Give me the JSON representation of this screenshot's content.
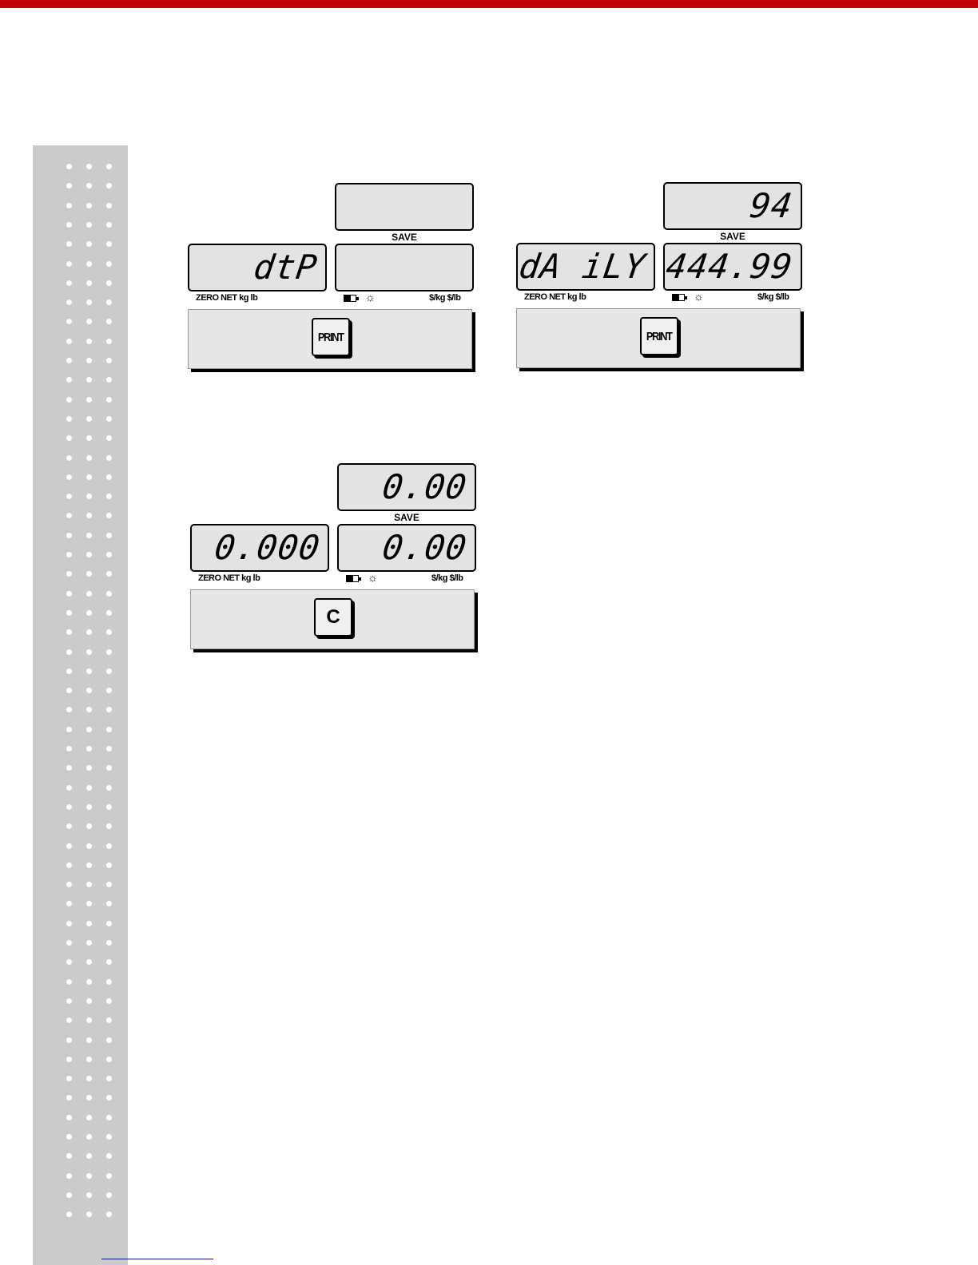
{
  "colors": {
    "accent_red": "#c00000",
    "lcd_bg": "#e3e3e3",
    "strip": "#cbcbcb"
  },
  "indicators": {
    "left": "ZERO  NET  kg  lb",
    "right": "$/kg  $/lb",
    "save": "SAVE",
    "battery_icon": "battery-icon",
    "light_icon": "sun-icon"
  },
  "displays": [
    {
      "id": "d1",
      "top_value": "",
      "left_value": "dtP",
      "right_value": "",
      "key_label": "PRINT"
    },
    {
      "id": "d2",
      "top_value": "94",
      "left_value": "dA iLY",
      "right_value": "444.99",
      "key_label": "PRINT"
    },
    {
      "id": "d3",
      "top_value": "0.00",
      "left_value": "0.000",
      "right_value": "0.00",
      "key_label": "C"
    }
  ]
}
